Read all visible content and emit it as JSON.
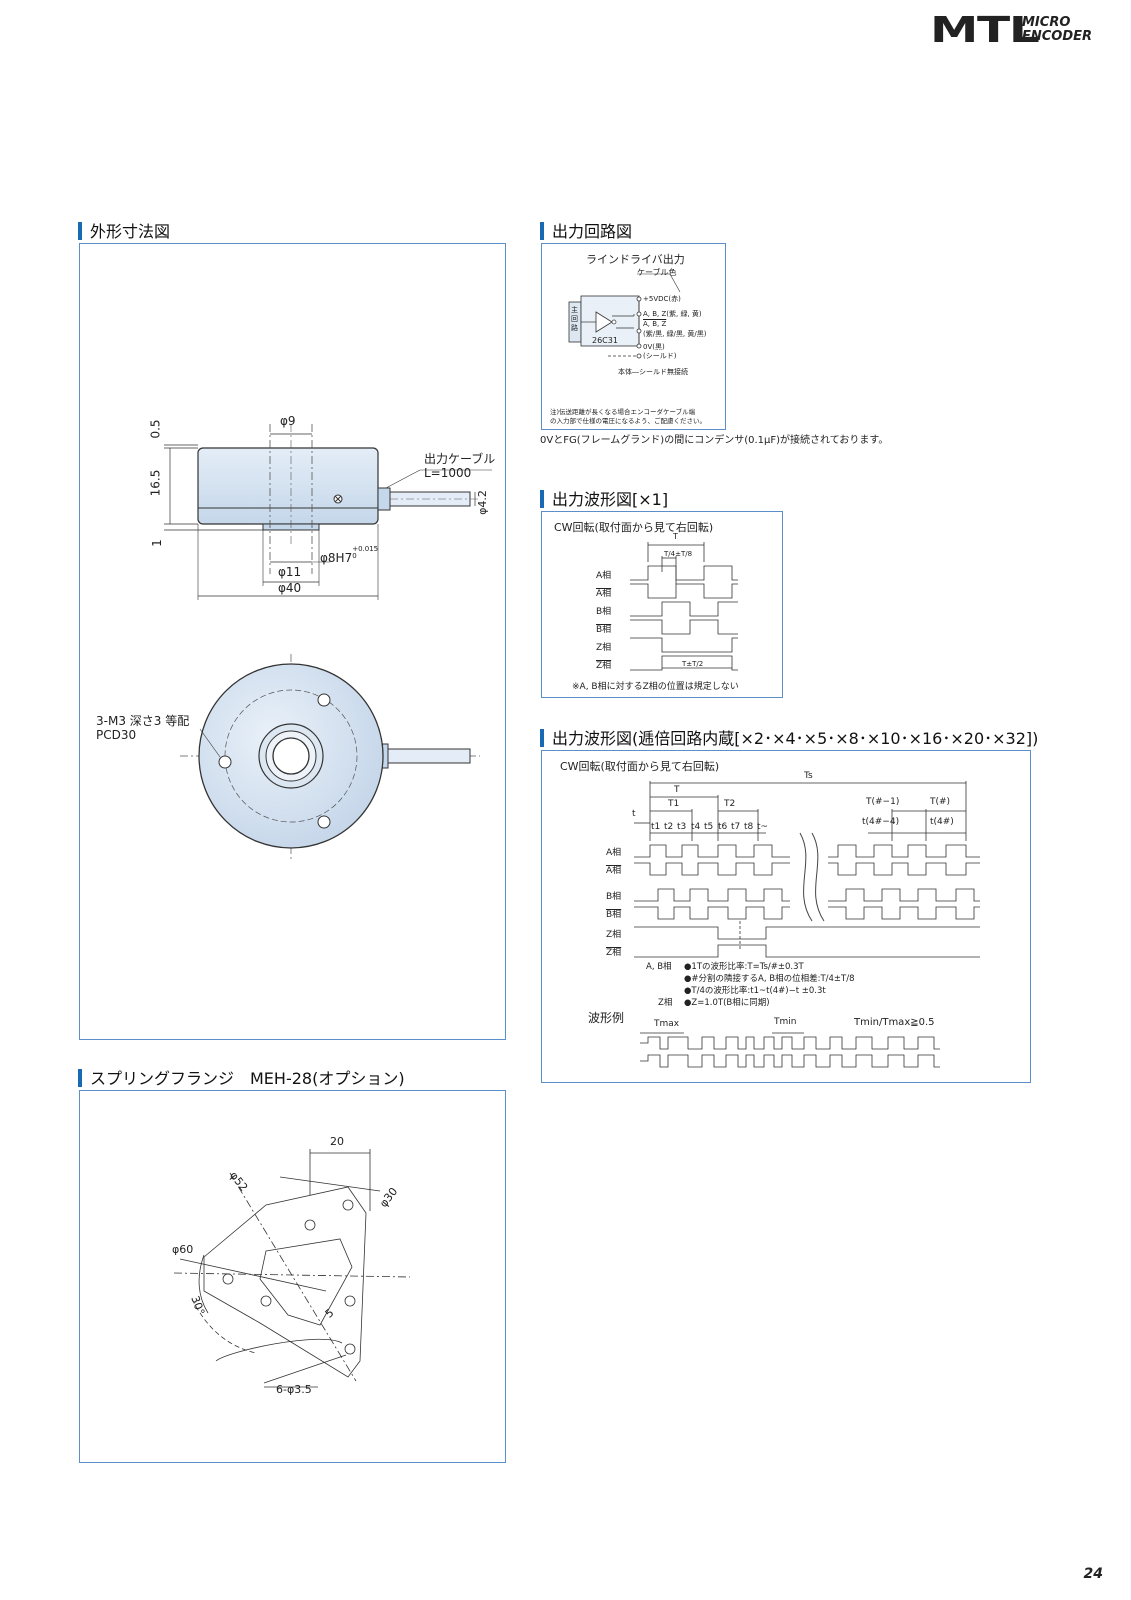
{
  "logo": {
    "main": "MTL",
    "line1": "MICRO",
    "line2": "ENCODER"
  },
  "sections": {
    "outline": "外形寸法図",
    "circuit": "出力回路図",
    "waveform1": "出力波形図[×1]",
    "waveform2": "出力波形図(逓倍回路内蔵[×2･×4･×5･×8･×10･×16･×20･×32])",
    "flange": "スプリングフランジ　MEH-28(オプション)"
  },
  "outline": {
    "dim_phi9": "φ9",
    "dim_05": "0.5",
    "dim_165": "16.5",
    "dim_1": "1",
    "cable_label": "出力ケーブル",
    "cable_length": "L=1000",
    "dim_phi42": "φ4.2",
    "dim_phi8h7": "φ8H7",
    "tol_plus": "+0.015",
    "tol_zero": "0",
    "dim_phi11": "φ11",
    "dim_phi40": "φ40",
    "screw_note": "3-M3 深さ3 等配",
    "pcd": "PCD30"
  },
  "circuit": {
    "title": "ラインドライバ出力",
    "cable_color": "ケーブル色",
    "main_circuit": "主回路",
    "chip": "26C31",
    "pin1": "+5VDC(赤)",
    "pin2": "A, B, Z(紫, 緑, 黄)",
    "pin3_over": "A, B, Z",
    "pin3": "(紫/黒, 緑/黒, 黄/黒)",
    "pin4": "0V(黒)",
    "pin5": "(シールド)",
    "body_note": "本体―シールド無接続",
    "note1": "注)伝送距離が長くなる場合エンコーダケーブル端",
    "note2": "の入力部で仕様の電圧になるよう、ご配慮ください。",
    "caption": "0VとFG(フレームグランド)の間にコンデンサ(0.1μF)が接続されております。"
  },
  "wave1": {
    "title": "CW回転(取付面から見て右回転)",
    "label_T": "T",
    "label_T4": "T/4±T/8",
    "label_T2": "T±T/2",
    "phases": [
      "A相",
      "A相",
      "B相",
      "B相",
      "Z相",
      "Z相"
    ],
    "note": "※A, B相に対するZ相の位置は規定しない"
  },
  "wave2": {
    "title": "CW回転(取付面から見て右回転)",
    "label_Ts": "Ts",
    "label_T": "T",
    "label_T1": "T1",
    "label_T2": "T2",
    "label_t": "t",
    "label_Tn1": "T(#−1)",
    "label_Tn": "T(#)",
    "label_t4n4": "t(4#−4)",
    "label_t4n": "t(4#)",
    "sub_labels": [
      "t1",
      "t2",
      "t3",
      "t4",
      "t5",
      "t6",
      "t7",
      "t8",
      "t~"
    ],
    "phases": [
      "A相",
      "A相",
      "B相",
      "B相",
      "Z相",
      "Z相"
    ],
    "spec_ab": "A, B相",
    "spec1": "●1Tの波形比率:T=Ts/#±0.3T",
    "spec2": "●#分割の隣接するA, B相の位相差:T/4±T/8",
    "spec3": "●T/4の波形比率:t1~t(4#)−t ±0.3t",
    "spec_z": "Z相",
    "spec4": "●Z=1.0T(B相に同期)",
    "example_label": "波形例",
    "tmax": "Tmax",
    "tmin": "Tmin",
    "ratio": "Tmin/Tmax≧0.5"
  },
  "flange": {
    "dim_20": "20",
    "dim_phi52": "φ52",
    "dim_phi30": "φ30",
    "dim_phi60": "φ60",
    "dim_30deg": "30°",
    "dim_5": "5",
    "holes": "6-φ3.5"
  },
  "page_number": "24",
  "colors": {
    "accent": "#1a69b4",
    "frame": "#5b8fc7",
    "body_fill": "#d9e6f3"
  }
}
